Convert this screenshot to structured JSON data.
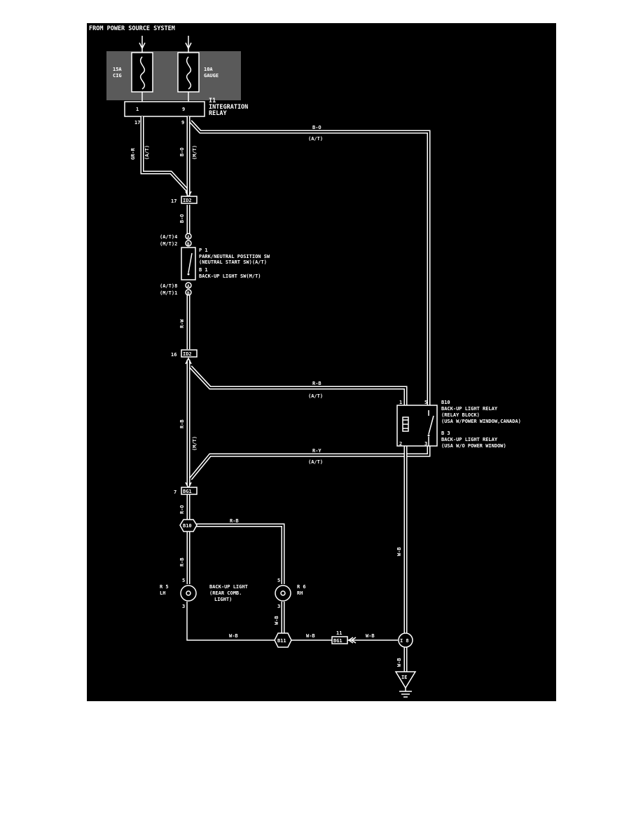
{
  "header": {
    "title": "FROM POWER SOURCE SYSTEM"
  },
  "fuses": [
    {
      "rating": "15A",
      "name": "CIG"
    },
    {
      "rating": "10A",
      "name": "GAUGE"
    }
  ],
  "integration_relay": {
    "code": "I1",
    "name_line1": "INTEGRATION",
    "name_line2": "RELAY",
    "pin_left": "1",
    "pin_right": "9",
    "out_left": "17",
    "out_right": "9"
  },
  "wires": {
    "gr_r": "GR-R",
    "at_1": "(A/T)",
    "b_o_upper": "B-O",
    "mt_1": "(M/T)",
    "b_o_top": "B-O",
    "at_top": "(A/T)",
    "b_o_mid": "B-O",
    "r_w": "R-W",
    "r_b_diag": "R-B",
    "at_mid": "(A/T)",
    "r_b_vert": "R-B",
    "mt_2": "(M/T)",
    "r_y": "R-Y",
    "at_low": "(A/T)",
    "r_o": "R-O",
    "r_b_h": "R-B",
    "r_b_left": "R-B",
    "w_b_right": "W-B",
    "w_b_rh": "W-B",
    "w_b_bottom": "W-B",
    "w_b_mid": "W-B",
    "w_b_end": "W-B",
    "w_b_ground": "W-B"
  },
  "connectors": {
    "id2_top": {
      "pin": "17",
      "code": "ID2"
    },
    "id2_mid": {
      "pin": "16",
      "code": "ID2"
    },
    "bg1_mid": {
      "pin": "7",
      "code": "BG1"
    },
    "bg1_low": {
      "pin": "11",
      "code": "BG1"
    }
  },
  "switch": {
    "pin_a_top": "(A/T)4",
    "pin_b_top": "(M/T)2",
    "pin_a_bot": "(A/T)8",
    "pin_b_bot": "(M/T)1",
    "letter_a": "A",
    "letter_b": "B",
    "p1_code": "P 1",
    "p1_line1": "PARK/NEUTRAL POSITION SW",
    "p1_line2": "(NEUTRAL START SW)(A/T)",
    "b1_code": "B 1",
    "b1_line1": "BACK-UP LIGHT SW(M/T)"
  },
  "relay": {
    "b10_code": "B10",
    "b10_line1": "BACK-UP LIGHT RELAY",
    "b10_line2": "(RELAY BLOCK)",
    "b10_line3": "(USA W/POWER WINDOW,CANADA)",
    "b3_code": "B 3",
    "b3_line1": "BACK-UP LIGHT RELAY",
    "b3_line2": "(USA W/O POWER WINDOW)",
    "pin1": "1",
    "pin5": "5",
    "pin2": "2",
    "pin3": "3"
  },
  "junctions": {
    "b10": "B10",
    "b11": "B11",
    "i8": "I 8"
  },
  "lights": {
    "lh_code": "R 5",
    "lh_side": "LH",
    "rh_code": "R 6",
    "rh_side": "RH",
    "lh_pin_top": "5",
    "lh_pin_bot": "3",
    "rh_pin_top": "5",
    "rh_pin_bot": "3",
    "label_line1": "BACK-UP LIGHT",
    "label_line2": "(REAR COMB.",
    "label_line3": "LIGHT)"
  },
  "ground": {
    "code": "IE"
  }
}
